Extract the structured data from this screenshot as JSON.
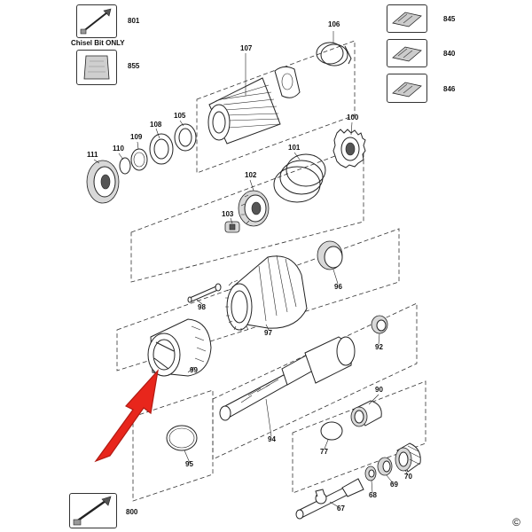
{
  "diagram": {
    "accessory_note": "Chisel Bit ONLY",
    "copyright_mark": "©",
    "accessories": [
      {
        "number": "801"
      },
      {
        "number": "855"
      },
      {
        "number": "845"
      },
      {
        "number": "840"
      },
      {
        "number": "846"
      },
      {
        "number": "800"
      }
    ],
    "parts": [
      {
        "number": "106"
      },
      {
        "number": "107"
      },
      {
        "number": "108"
      },
      {
        "number": "105"
      },
      {
        "number": "109"
      },
      {
        "number": "110"
      },
      {
        "number": "111"
      },
      {
        "number": "100"
      },
      {
        "number": "101"
      },
      {
        "number": "102"
      },
      {
        "number": "103"
      },
      {
        "number": "96"
      },
      {
        "number": "98"
      },
      {
        "number": "97"
      },
      {
        "number": "99"
      },
      {
        "number": "92"
      },
      {
        "number": "90"
      },
      {
        "number": "94"
      },
      {
        "number": "95"
      },
      {
        "number": "77"
      },
      {
        "number": "70"
      },
      {
        "number": "69"
      },
      {
        "number": "68"
      },
      {
        "number": "67"
      }
    ],
    "colors": {
      "line": "#222222",
      "dash": "#333333",
      "arrow": "#e8261c",
      "arrow_stroke": "#b01a12"
    },
    "icons": [
      "chisel-bit-icon",
      "grease-bag-icon",
      "bit-case-icon",
      "chisel-icon"
    ]
  }
}
